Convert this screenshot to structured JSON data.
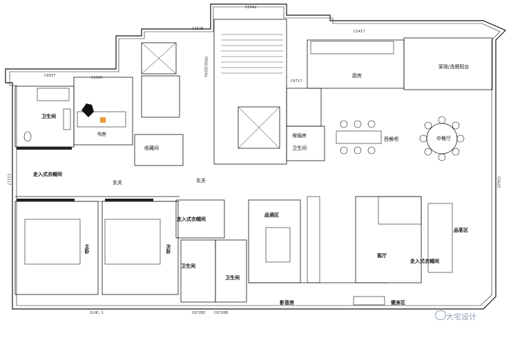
{
  "rooms": {
    "bathroom_left": "卫生间",
    "study": "书房",
    "storage": "收藏间",
    "walkin_closet_top": "走入式衣帽间",
    "foyer_small": "玄关",
    "foyer": "玄关",
    "master_bedroom": "主卧",
    "second_bedroom": "次卧",
    "walkin_closet_mid": "走入式衣帽间",
    "bathroom_mid": "卫生间",
    "bathroom_bottom": "卫生间",
    "wine_area": "品酒区",
    "audio_room": "影音房",
    "gym": "健身区",
    "living_room": "客厅",
    "tea_area": "品茗区",
    "walkin_closet_right": "走入式衣帽间",
    "kitchen": "厨房",
    "laundry_balcony": "家政/洗晒阳台",
    "western_dining": "西餐吧",
    "dining_room": "中餐厅",
    "maid_room": "保姆房",
    "maid_bath": "卫生间"
  },
  "dims": {
    "top_window": "C0942",
    "c1528": "C1528",
    "c2417": "C2417",
    "c0717": "C0717",
    "c1926": "C1926",
    "c0937": "C0937",
    "c2117": "C2117",
    "fm": "FM1D1024a",
    "c5625": "C5625",
    "bottom_left": "2LHC-1",
    "c0720a": "C0720C",
    "c0720b": "C0720B"
  },
  "watermark": "大宅设计"
}
